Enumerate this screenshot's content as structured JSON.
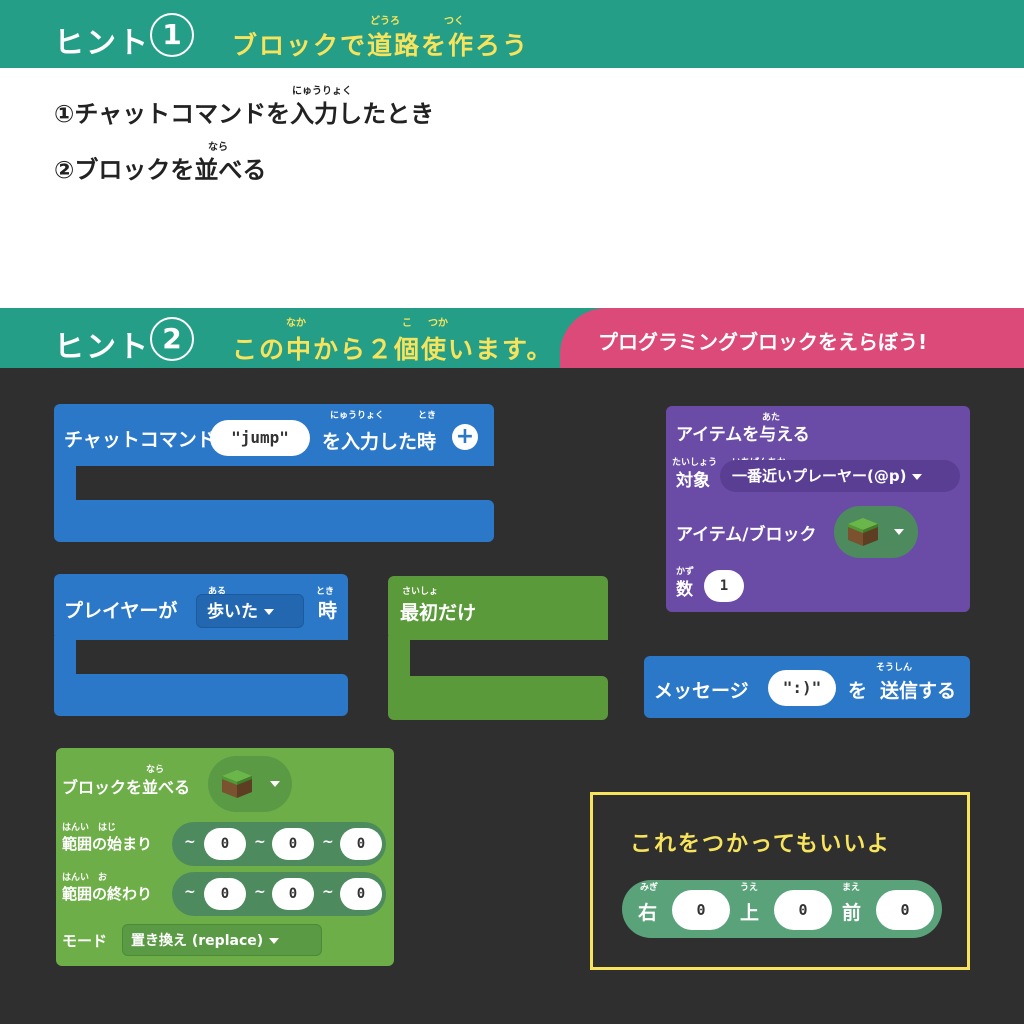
{
  "hint1": {
    "label": "ヒント",
    "number": "1",
    "title": "ブロックで道路を作ろう",
    "ruby_douro": "どうろ",
    "ruby_tsuku": "つく"
  },
  "steps": [
    {
      "text": "①チャットコマンドを入力したとき",
      "ruby": "にゅうりょく"
    },
    {
      "text": "②ブロックを並べる",
      "ruby": "なら"
    }
  ],
  "hint2": {
    "label": "ヒント",
    "number": "2",
    "title": "この中から２個使います。",
    "ruby_naka": "なか",
    "ruby_ko": "こ",
    "ruby_tsuka": "つか",
    "banner": "プログラミングブロックをえらぼう!"
  },
  "blocks": {
    "chat": {
      "label": "チャットコマンド",
      "value": "\"jump\"",
      "suffix": "を入力した時",
      "ruby_nyuuryoku": "にゅうりょく",
      "ruby_toki": "とき"
    },
    "player": {
      "label": "プレイヤーが",
      "dropdown": "歩いた",
      "suffix": "時",
      "ruby_aru": "ある",
      "ruby_toki": "とき"
    },
    "first": {
      "label": "最初だけ",
      "ruby": "さいしょ"
    },
    "item": {
      "title": "アイテムを与える",
      "ruby_ata": "あた",
      "target_label": "対象",
      "ruby_taishou": "たいしょう",
      "target_value": "一番近いプレーヤー(@p)",
      "ruby_ichiban": "いちばんちか",
      "item_label": "アイテム/ブロック",
      "count_label": "数",
      "ruby_kazu": "かず",
      "count_value": "1"
    },
    "message": {
      "label": "メッセージ",
      "value": "\":)\"",
      "suffix_wo": "を",
      "suffix": "送信する",
      "ruby_soushin": "そうしん"
    },
    "place": {
      "title": "ブロックを並べる",
      "ruby_nara": "なら",
      "start_label": "範囲の始まり",
      "ruby_hanni_start": "はんい　はじ",
      "end_label": "範囲の終わり",
      "ruby_hanni_end": "はんい　お",
      "tilde": "~",
      "start_values": [
        "0",
        "0",
        "0"
      ],
      "end_values": [
        "0",
        "0",
        "0"
      ],
      "mode_label": "モード",
      "mode_value": "置き換え (replace)"
    }
  },
  "usable": {
    "title": "これをつかってもいいよ",
    "right": "右",
    "ruby_migi": "みぎ",
    "right_value": "0",
    "up": "上",
    "ruby_ue": "うえ",
    "up_value": "0",
    "front": "前",
    "ruby_mae": "まえ",
    "front_value": "0"
  },
  "colors": {
    "teal": "#259e88",
    "pink": "#dc4a79",
    "yellow": "#f7e45c",
    "event_blue": "#2b78c8",
    "green": "#5a9a3a",
    "light_green": "#6eae48",
    "purple": "#6a4ba6"
  }
}
